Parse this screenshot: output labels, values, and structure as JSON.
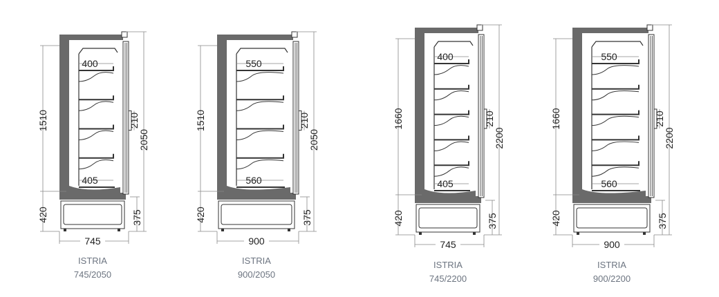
{
  "colors": {
    "body": "#6a6a6a",
    "line": "#333333",
    "dimline": "#888888",
    "caption": "#6c7480"
  },
  "units": [
    {
      "name": "ISTRIA",
      "model": "745/2050",
      "shelf_top": "400",
      "shelf_bottom": "405",
      "height_display": "1510",
      "height_base": "420",
      "height_total": "2050",
      "height_plinth": "375",
      "depth_handle": "210",
      "width": "745",
      "shelves": 4
    },
    {
      "name": "ISTRIA",
      "model": "900/2050",
      "shelf_top": "550",
      "shelf_bottom": "560",
      "height_display": "1510",
      "height_base": "420",
      "height_total": "2050",
      "height_plinth": "375",
      "depth_handle": "210",
      "width": "900",
      "shelves": 4
    },
    {
      "name": "ISTRIA",
      "model": "745/2200",
      "shelf_top": "400",
      "shelf_bottom": "405",
      "height_display": "1660",
      "height_base": "420",
      "height_total": "2200",
      "height_plinth": "375",
      "depth_handle": "210",
      "width": "745",
      "shelves": 5
    },
    {
      "name": "ISTRIA",
      "model": "900/2200",
      "shelf_top": "550",
      "shelf_bottom": "560",
      "height_display": "1660",
      "height_base": "420",
      "height_total": "2200",
      "height_plinth": "375",
      "depth_handle": "210",
      "width": "900",
      "shelves": 5
    }
  ]
}
